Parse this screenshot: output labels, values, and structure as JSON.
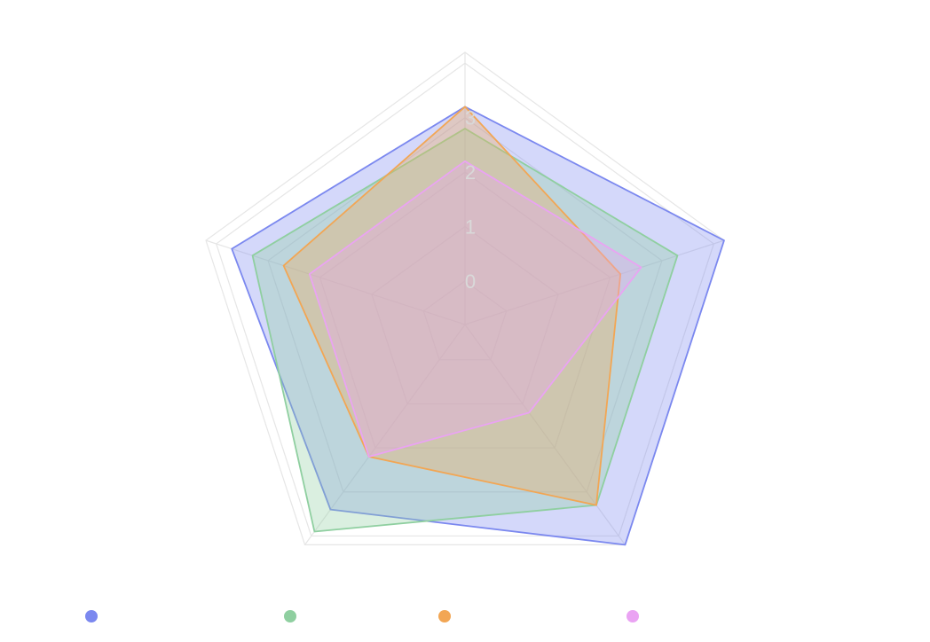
{
  "chart_data": {
    "type": "radar",
    "axes": [
      "",
      "",
      "",
      "",
      ""
    ],
    "tick_labels": [
      "0",
      "1",
      "2",
      "3"
    ],
    "range": [
      -0.8,
      4.2
    ],
    "series": [
      {
        "color": "#7b88ef",
        "values": [
          3.2,
          4.2,
          4.2,
          3.4,
          3.7
        ]
      },
      {
        "color": "#8fcfa0",
        "values": [
          2.8,
          3.3,
          3.3,
          3.9,
          3.3
        ]
      },
      {
        "color": "#f2a654",
        "values": [
          3.2,
          2.2,
          3.3,
          2.2,
          2.7
        ]
      },
      {
        "color": "#eaa3f3",
        "values": [
          2.2,
          2.6,
          1.2,
          2.2,
          2.2
        ]
      }
    ],
    "grid": true,
    "legend_position": "bottom"
  }
}
